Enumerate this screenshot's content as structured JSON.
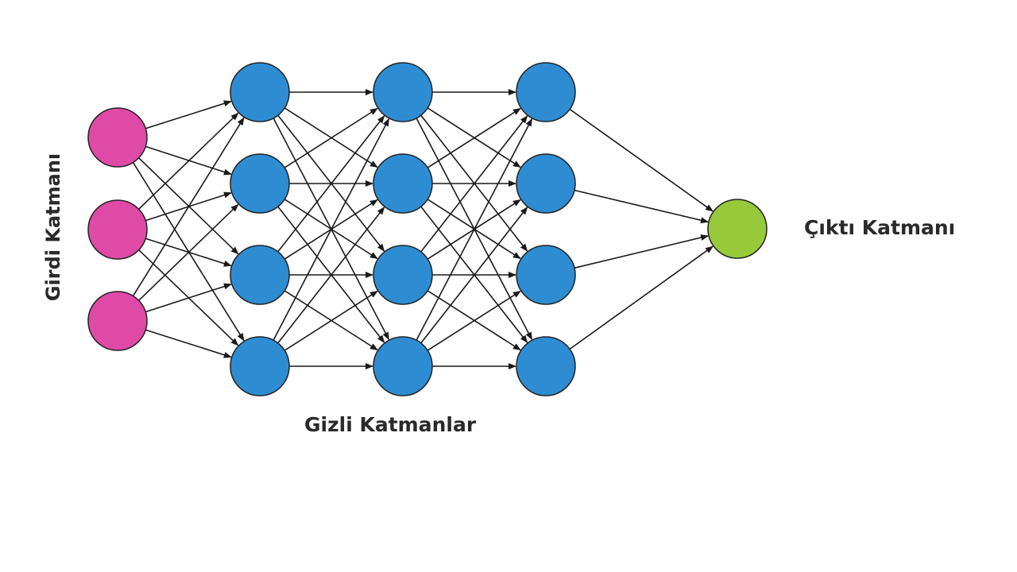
{
  "labels": {
    "input_layer": "Girdi Katmanı",
    "hidden_layers": "Gizli Katmanlar",
    "output_layer": "Çıktı Katmanı"
  },
  "layers": [
    {
      "name": "input-layer",
      "nodes": 3,
      "color": "#df4aa6"
    },
    {
      "name": "hidden-layer-1",
      "nodes": 4,
      "color": "#2e8dd2"
    },
    {
      "name": "hidden-layer-2",
      "nodes": 4,
      "color": "#2e8dd2"
    },
    {
      "name": "hidden-layer-3",
      "nodes": 4,
      "color": "#2e8dd2"
    },
    {
      "name": "output-layer",
      "nodes": 1,
      "color": "#97c93b"
    }
  ],
  "colors": {
    "edge": "#1a1a1a",
    "node_stroke": "#222222"
  }
}
